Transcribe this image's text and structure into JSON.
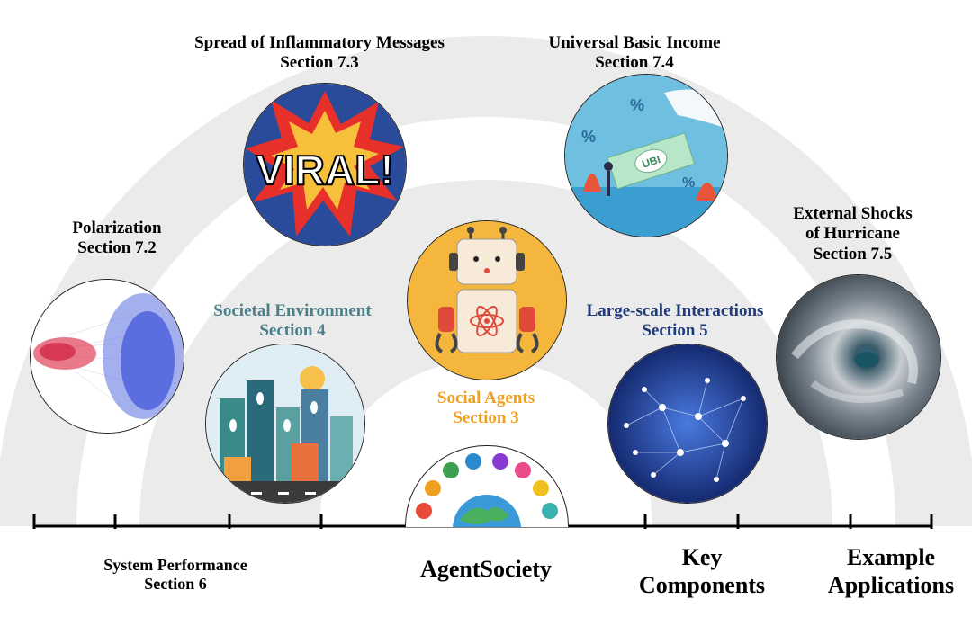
{
  "applications": [
    {
      "id": "polarization",
      "title": "Polarization",
      "section": "Section 7.2"
    },
    {
      "id": "inflammatory",
      "title": "Spread of Inflammatory Messages",
      "section": "Section 7.3"
    },
    {
      "id": "ubi",
      "title": "Universal Basic Income",
      "section": "Section 7.4",
      "badge": "UBI"
    },
    {
      "id": "hurricane",
      "title_line1": "External Shocks",
      "title_line2": "of Hurricane",
      "section": "Section 7.5"
    }
  ],
  "components": [
    {
      "id": "environment",
      "title": "Societal Environment",
      "section": "Section 4",
      "color": "#4a7f8a"
    },
    {
      "id": "interactions",
      "title": "Large-scale Interactions",
      "section": "Section 5",
      "color": "#1f3a7a"
    },
    {
      "id": "agents",
      "title": "Social Agents",
      "section": "Section 3",
      "color": "#f0a020"
    }
  ],
  "viral_text": "VIRAL!",
  "bottom": {
    "system_title": "System Performance",
    "system_section": "Section 6",
    "center": "AgentSociety",
    "key_line1": "Key",
    "key_line2": "Components",
    "example_line1": "Example",
    "example_line2": "Applications"
  },
  "colors": {
    "arc": "#e6e6e6",
    "axis": "#000000",
    "agent_body": "#f4b63c",
    "hurricane": "#2f3b45"
  }
}
